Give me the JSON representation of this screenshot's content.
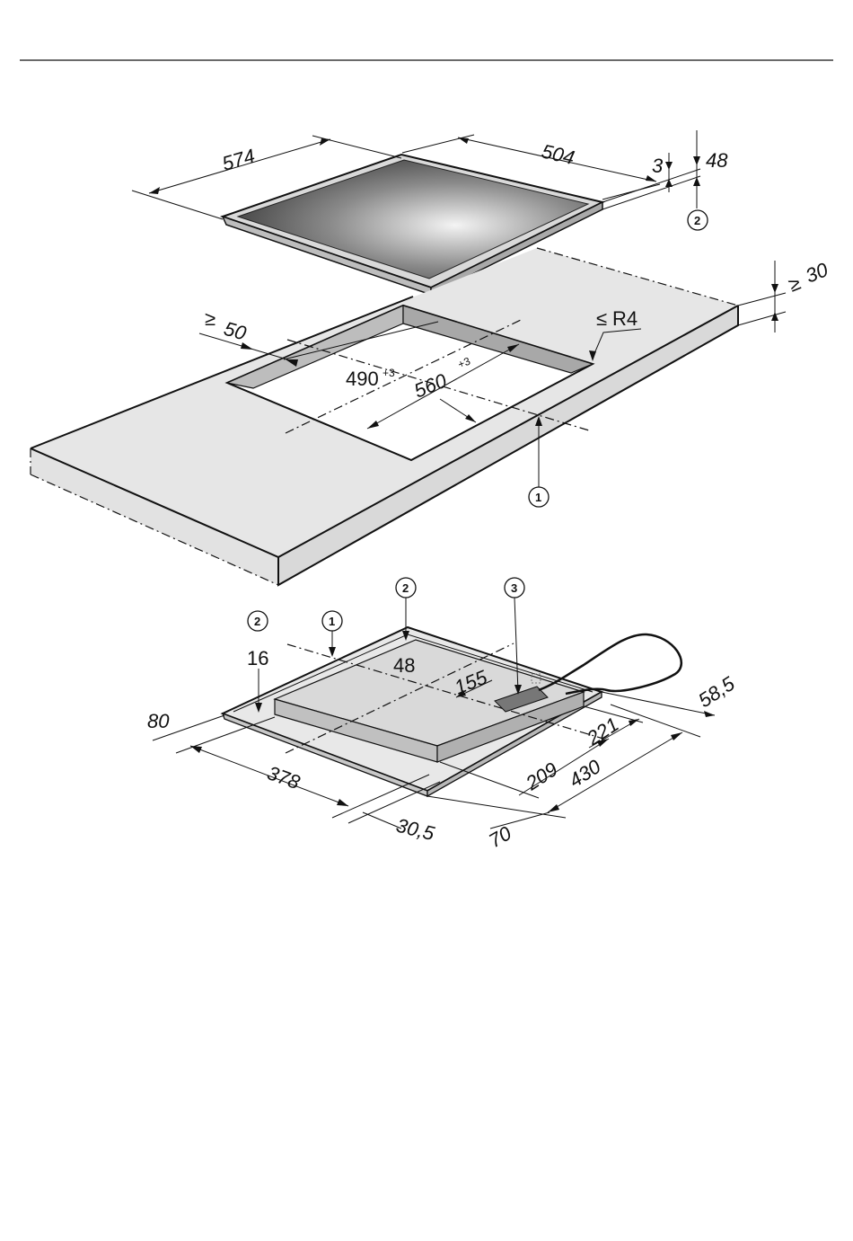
{
  "hob_dimensions": {
    "width": "574",
    "depth": "504",
    "glass_thickness": "3",
    "total_height": "48"
  },
  "cutout_dimensions": {
    "min_edge_distance_symbol": "≥",
    "min_edge_distance": "50",
    "cutout_width": "490",
    "cutout_width_tol": "+3",
    "cutout_depth": "560",
    "cutout_depth_tol": "+3",
    "corner_radius_symbol": "≤",
    "corner_radius": "R4",
    "worktop_thickness_symbol": "≥",
    "worktop_thickness": "30"
  },
  "underside_dimensions": {
    "left_offset": "80",
    "height_edge": "16",
    "height_body": "48",
    "width_body": "378",
    "front_offset": "30,5",
    "connection_pos": "155",
    "dim_209": "209",
    "dim_221": "221",
    "dim_430": "430",
    "dim_58_5": "58,5",
    "dim_70": "70"
  },
  "callouts": {
    "one": "1",
    "two": "2",
    "three": "3"
  },
  "colors": {
    "worktop": "#e6e6e6",
    "glass_dark": "#4a4a4a",
    "glass_light": "#f2f2f2",
    "hob_body": "#dcdcdc",
    "line": "#111111"
  }
}
